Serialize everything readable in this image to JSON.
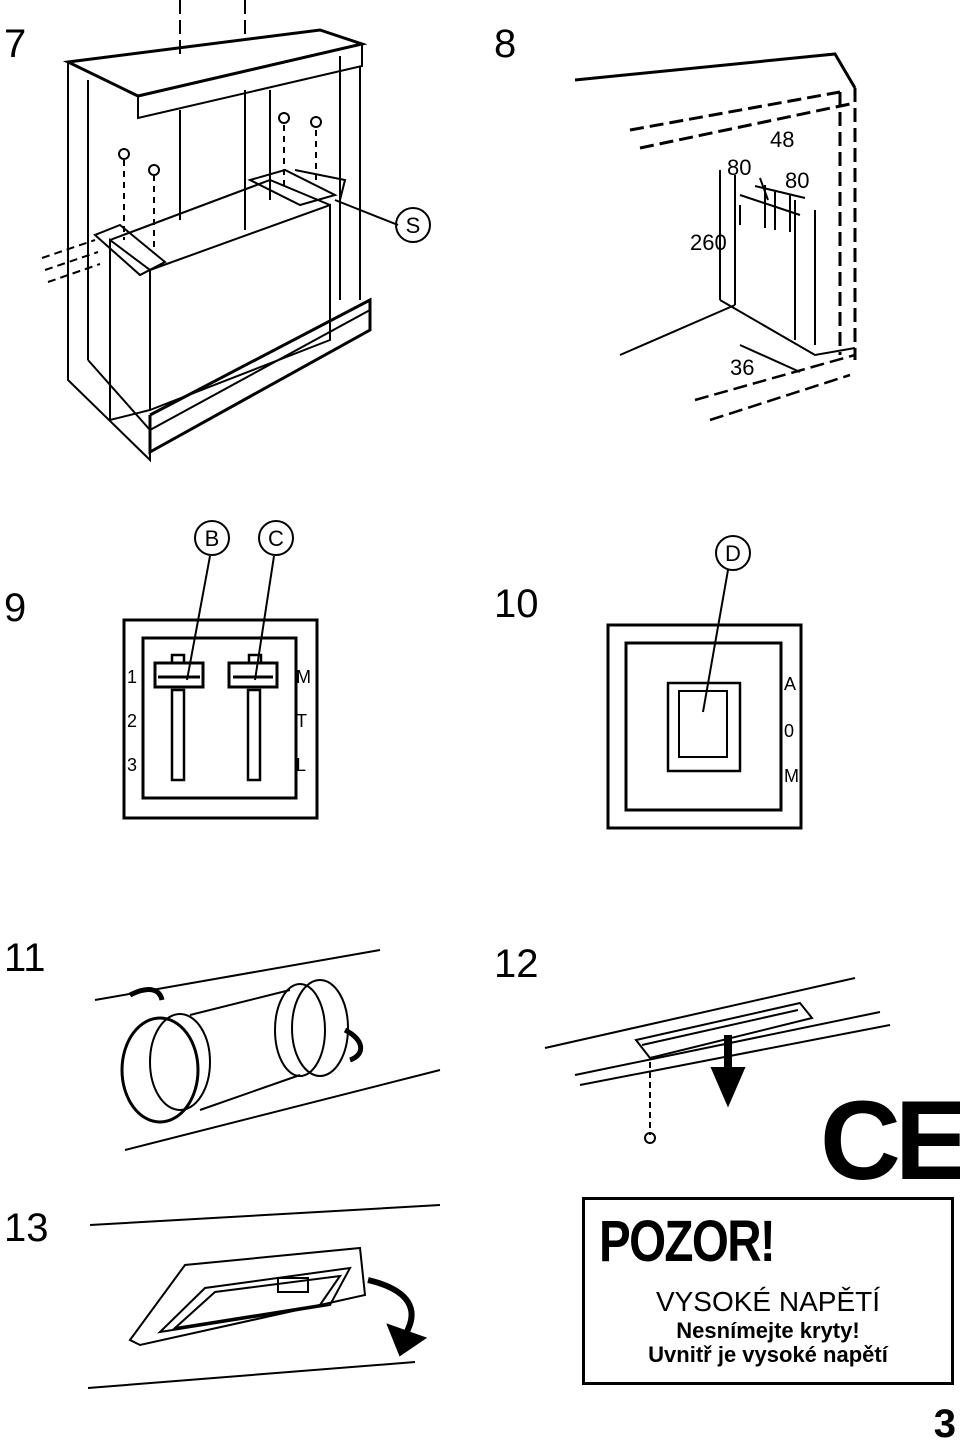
{
  "figures": {
    "f7": {
      "number": "7",
      "label_s": "S"
    },
    "f8": {
      "number": "8",
      "dim_48": "48",
      "dim_80a": "80",
      "dim_80b": "80",
      "dim_260": "260",
      "dim_36": "36"
    },
    "f9": {
      "number": "9",
      "label_b": "B",
      "label_c": "C",
      "left_scale": [
        "1",
        "2",
        "3"
      ],
      "right_scale": [
        "M",
        "T",
        "L"
      ]
    },
    "f10": {
      "number": "10",
      "label_d": "D",
      "scale": [
        "A",
        "0",
        "M"
      ]
    },
    "f11": {
      "number": "11"
    },
    "f12": {
      "number": "12"
    },
    "f13": {
      "number": "13"
    }
  },
  "ce_mark": "CE",
  "warning": {
    "title": "POZOR!",
    "line1": "VYSOKÉ NAPĚTÍ",
    "line2": "Nesnímejte kryty!",
    "line3": "Uvnitř je vysoké napětí",
    "icon": "high-voltage-icon"
  },
  "page_number": "3"
}
